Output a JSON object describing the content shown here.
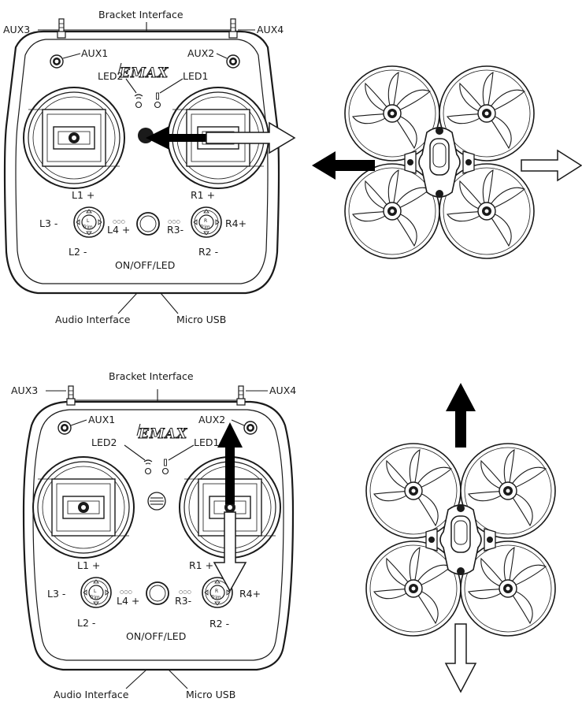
{
  "top": {
    "bracket_interface": "Bracket Interface",
    "aux3": "AUX3",
    "aux4": "AUX4",
    "aux1": "AUX1",
    "aux2": "AUX2",
    "led1": "LED1",
    "led2": "LED2",
    "logo": "EMAX",
    "l1": "L1 +",
    "l2": "L2 -",
    "l3": "L3 -",
    "l4": "L4 +",
    "r1": "R1 +",
    "r2": "R2 -",
    "r3": "R3-",
    "r4": "R4+",
    "trim": "Trim",
    "l_letter": "L",
    "r_letter": "R",
    "power": "ON/OFF/LED",
    "audio": "Audio Interface",
    "usb": "Micro USB"
  },
  "bottom": {
    "bracket_interface": "Bracket Interface",
    "aux3": "AUX3",
    "aux4": "AUX4",
    "aux1": "AUX1",
    "aux2": "AUX2",
    "led1": "LED1",
    "led2": "LED2",
    "logo": "EMAX",
    "l1": "L1 +",
    "l2": "L2 -",
    "l3": "L3 -",
    "l4": "L4 +",
    "r1": "R1 +",
    "r2": "R2 -",
    "r3": "R3-",
    "r4": "R4+",
    "trim": "Trim",
    "l_letter": "L",
    "r_letter": "R",
    "power": "ON/OFF/LED",
    "audio": "Audio Interface",
    "usb": "Micro USB"
  },
  "colors": {
    "ink": "#1a1a1a",
    "arrow_fill": "#000000",
    "arrow_hollow": "#ffffff"
  }
}
